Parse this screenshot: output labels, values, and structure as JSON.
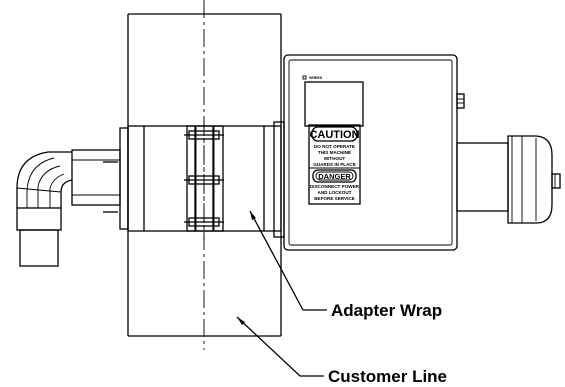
{
  "callouts": {
    "adapter_wrap": "Adapter Wrap",
    "customer_line": "Customer Line"
  },
  "signs": {
    "maker_plate": "SERIES",
    "caution": {
      "title": "CAUTION",
      "lines": [
        "DO NOT OPERATE",
        "THIS MACHINE",
        "WITHOUT",
        "GUARDS IN PLACE"
      ]
    },
    "danger": {
      "title": "DANGER",
      "lines": [
        "DISCONNECT POWER",
        "AND LOCKOUT",
        "BEFORE SERVICE"
      ]
    }
  }
}
